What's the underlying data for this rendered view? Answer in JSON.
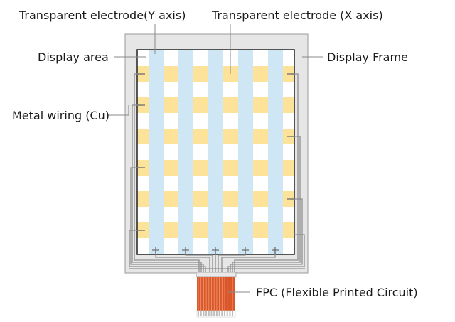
{
  "labels": {
    "transparent_y": "Transparent electrode(Y axis)",
    "transparent_x": "Transparent electrode (X axis)",
    "display_area": "Display area",
    "display_frame": "Display Frame",
    "metal_wiring": "Metal wiring (Cu)",
    "fpc": "FPC (Flexible Printed Circuit)"
  },
  "colors": {
    "frame": "#e6e6e6",
    "frame_border": "#9a9a9a",
    "panel_border": "#222222",
    "y_electrode": "#cfe6f5",
    "x_electrode": "#fde39a",
    "wiring": "#8f8f8f",
    "fpc_copper": "#d9572b",
    "fpc_pins": "#bdbdbd",
    "leader": "#888888"
  }
}
